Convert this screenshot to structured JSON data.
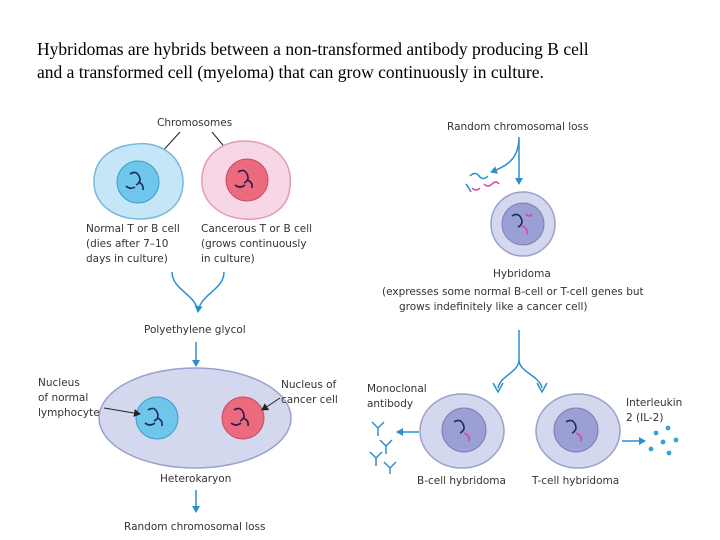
{
  "caption": {
    "line1": "Hybridomas are hybrids between a non-transformed antibody producing B cell",
    "line2": "and a transformed cell (myeloma) that can grow continuously in culture."
  },
  "diagram": {
    "chromosomes_label": "Chromosomes",
    "normal_cell_label": [
      "Normal T or B cell",
      "(dies after 7–10",
      "days in culture)"
    ],
    "cancer_cell_label": [
      "Cancerous T or B cell",
      "(grows continuously",
      "in culture)"
    ],
    "peg_label": "Polyethylene glycol",
    "nucleus_normal_label": [
      "Nucleus",
      "of normal",
      "lymphocyte"
    ],
    "nucleus_cancer_label": [
      "Nucleus of",
      "cancer cell"
    ],
    "heterokaryon_label": "Heterokaryon",
    "random_loss_bottom": "Random chromosomal loss",
    "random_loss_top": "Random chromosomal loss",
    "hybridoma_label": [
      "Hybridoma",
      "(expresses some normal B-cell or T-cell genes but",
      "grows indefinitely like a cancer cell)"
    ],
    "antibody_label": [
      "Monoclonal",
      "antibody"
    ],
    "interleukin_label": [
      "Interleukin",
      "2 (IL-2)"
    ],
    "b_hybridoma_label": "B-cell hybridoma",
    "t_hybridoma_label": "T-cell hybridoma"
  },
  "colors": {
    "blue_cell_outer": "#c5e6f7",
    "blue_cell_border": "#7ab8da",
    "blue_nucleus": "#6ec6ea",
    "pink_cell_outer": "#f7d7e6",
    "pink_cell_border": "#e39ab9",
    "red_nucleus": "#ec6a7e",
    "purple_cell_outer": "#d4d8ee",
    "purple_cell_border": "#9aa0cc",
    "purple_nucleus": "#9a9fd4",
    "arrow_blue": "#2a8fcf",
    "chromosome_dark": "#1b2a5e",
    "chromosome_pink": "#e0449a"
  }
}
